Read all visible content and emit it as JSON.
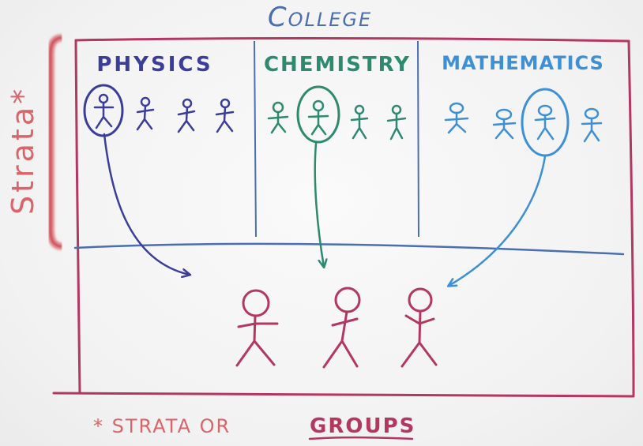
{
  "title": "College",
  "strata_label": "Strata*",
  "footnote": {
    "prefix": "* Strata or",
    "emphasis": "Groups"
  },
  "strata": [
    {
      "name": "Physics",
      "color": "#3a3d9a",
      "people": 4,
      "selected_index": 0
    },
    {
      "name": "Chemistry",
      "color": "#2d8a6e",
      "people": 4,
      "selected_index": 1
    },
    {
      "name": "Mathematics",
      "color": "#3d8fd6",
      "people": 4,
      "selected_index": 2
    }
  ],
  "sample": {
    "color": "#b3375e",
    "people": 3
  },
  "colors": {
    "frame": "#b3375e",
    "bracket": "#d9646a",
    "title": "#4a6fb0",
    "divider": "#4a6fb0"
  }
}
